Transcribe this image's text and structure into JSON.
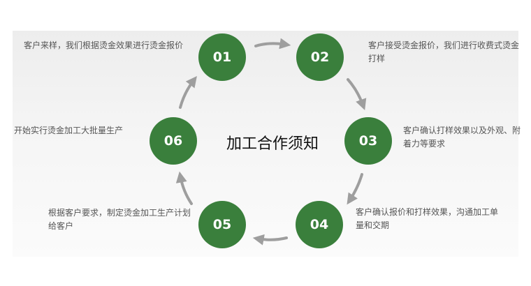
{
  "title": "加工合作须知",
  "colors": {
    "node": "#3a7f3c",
    "arrow": "#9e9e9e",
    "text": "#555555",
    "title": "#111111"
  },
  "steps": [
    {
      "number": "01",
      "text": "客户来样，我们根据烫金效果进行烫金报价"
    },
    {
      "number": "02",
      "text": "客户接受烫金报价，我们进行收费式烫金打样"
    },
    {
      "number": "03",
      "text": "客户确认打样效果以及外观、附着力等要求"
    },
    {
      "number": "04",
      "text": "客户确认报价和打样效果，沟通加工单量和交期"
    },
    {
      "number": "05",
      "text": "根据客户要求，制定烫金加工生产计划给客户"
    },
    {
      "number": "06",
      "text": "开始实行烫金加工大批量生产"
    }
  ]
}
